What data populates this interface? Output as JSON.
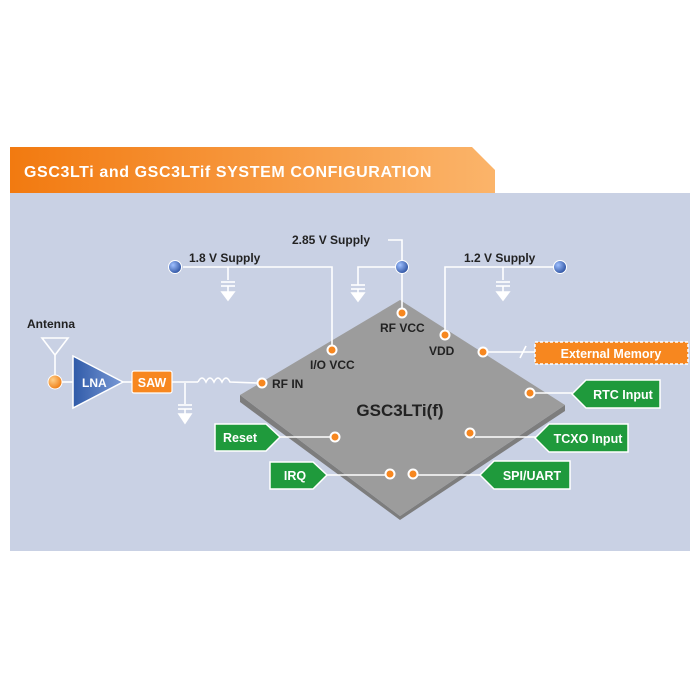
{
  "title": "GSC3LTi and GSC3LTif SYSTEM CONFIGURATION",
  "chip": {
    "name": "GSC3LTi(f)"
  },
  "supplies": {
    "s18": "1.8 V Supply",
    "s285": "2.85 V Supply",
    "s12": "1.2 V Supply"
  },
  "pins": {
    "io_vcc": "I/O VCC",
    "rf_vcc": "RF VCC",
    "vdd": "VDD",
    "rf_in": "RF IN"
  },
  "rf_chain": {
    "antenna": "Antenna",
    "lna": "LNA",
    "saw": "SAW"
  },
  "external": {
    "memory": "External Memory"
  },
  "inputs": {
    "rtc": "RTC Input",
    "tcxo": "TCXO Input",
    "spi": "SPI/UART",
    "reset": "Reset",
    "irq": "IRQ"
  },
  "colors": {
    "orange": "#f7871f",
    "panel": "#c9d1e4",
    "green": "#1f9a3c",
    "blue": "#3d68b3",
    "chip": "#9a9a9a"
  }
}
